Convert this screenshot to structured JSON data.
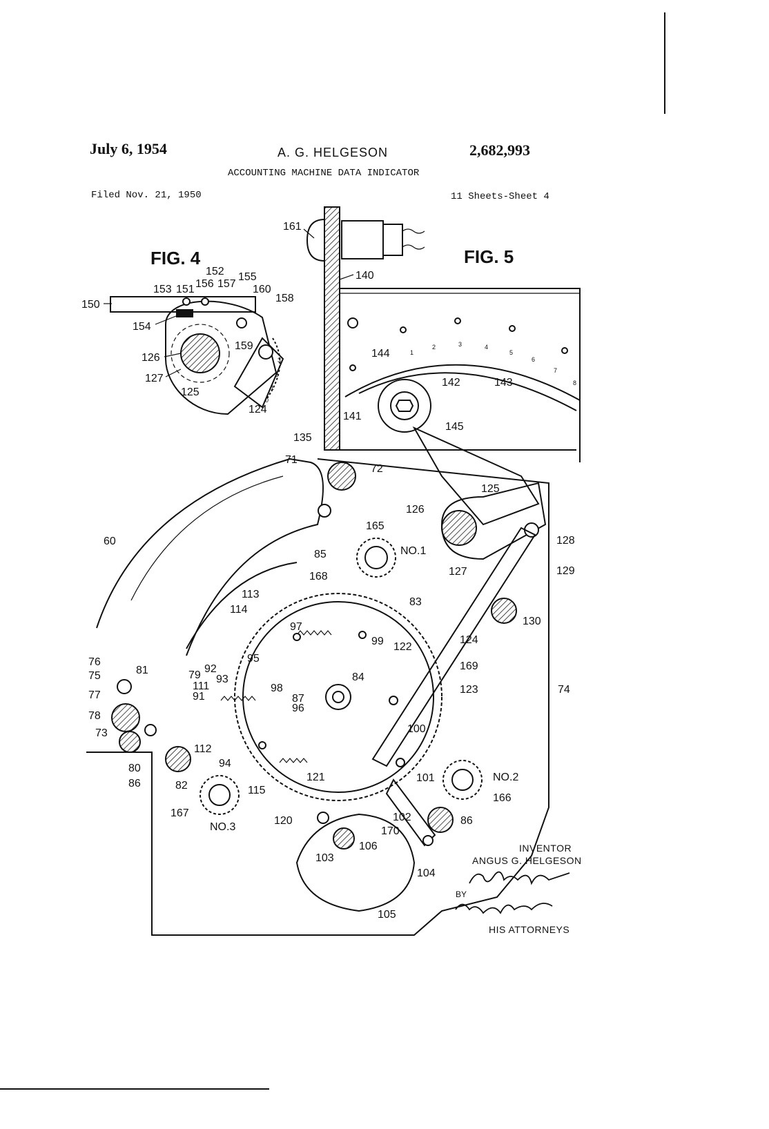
{
  "header": {
    "date": "July 6, 1954",
    "inventor_name": "A. G. HELGESON",
    "patent_number": "2,682,993",
    "title": "ACCOUNTING MACHINE DATA INDICATOR",
    "filed": "Filed Nov. 21, 1950",
    "sheets": "11 Sheets-Sheet 4"
  },
  "figures": {
    "fig4": "FIG. 4",
    "fig5": "FIG. 5"
  },
  "fig4_labels": [
    "150",
    "153",
    "151",
    "152",
    "156",
    "157",
    "155",
    "160",
    "158",
    "154",
    "159",
    "126",
    "127",
    "125",
    "124"
  ],
  "fig5_labels": [
    "161",
    "140",
    "144",
    "142",
    "143",
    "141",
    "145",
    "135",
    "71",
    "72",
    "125",
    "126",
    "127",
    "128",
    "129",
    "130",
    "60",
    "165",
    "NO.1",
    "85",
    "168",
    "113",
    "114",
    "83",
    "97",
    "99",
    "122",
    "124",
    "169",
    "123",
    "74",
    "76",
    "75",
    "81",
    "79",
    "92",
    "111",
    "91",
    "93",
    "95",
    "98",
    "84",
    "87",
    "96",
    "77",
    "78",
    "73",
    "100",
    "80",
    "86",
    "112",
    "94",
    "82",
    "115",
    "121",
    "101",
    "NO.2",
    "166",
    "167",
    "NO.3",
    "120",
    "102",
    "86",
    "170",
    "103",
    "106",
    "104",
    "105"
  ],
  "dial_numbers": [
    "1",
    "2",
    "3",
    "4",
    "5",
    "6",
    "7",
    "8"
  ],
  "signature": {
    "inventor_heading": "INVENTOR",
    "inventor_full_name": "ANGUS G. HELGESON",
    "by": "BY",
    "attorneys": "HIS ATTORNEYS"
  }
}
